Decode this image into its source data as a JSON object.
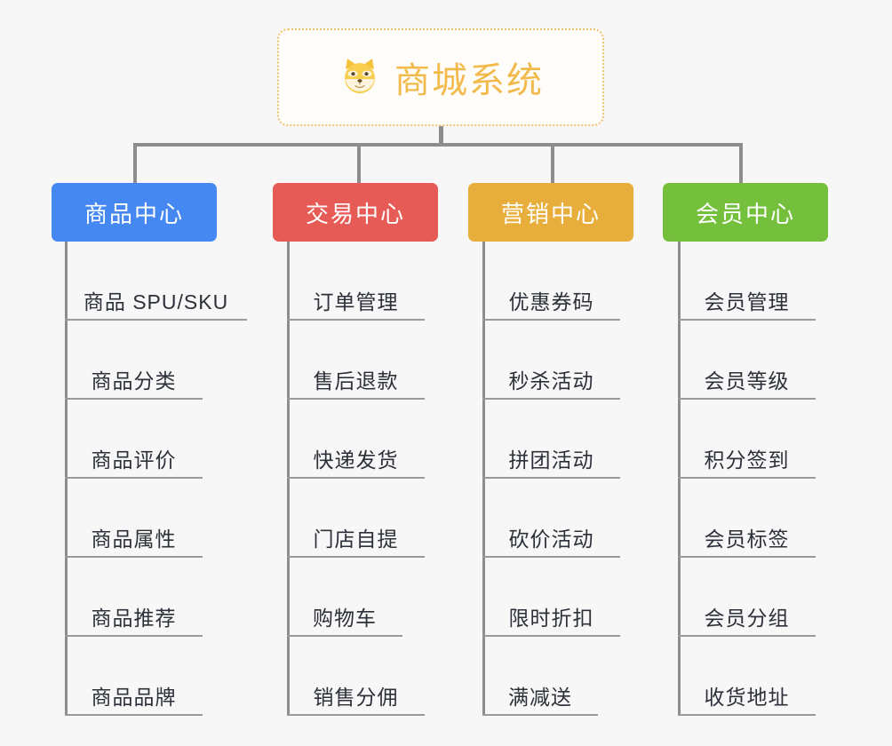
{
  "diagram": {
    "type": "mind-map",
    "background_color": "#f7f7f7",
    "connector_color": "#8d8d8d"
  },
  "root": {
    "title": "商城系统",
    "icon": "shiba-dog-icon",
    "icon_glyph": "🐶",
    "border_color": "#f3c06a",
    "text_color": "#f2ba4c",
    "background_color": "#fffdfa"
  },
  "branches": [
    {
      "label": "商品中心",
      "color": "#4688f1",
      "items": [
        "商品 SPU/SKU",
        "商品分类",
        "商品评价",
        "商品属性",
        "商品推荐",
        "商品品牌"
      ]
    },
    {
      "label": "交易中心",
      "color": "#e75b57",
      "items": [
        "订单管理",
        "售后退款",
        "快递发货",
        "门店自提",
        "购物车",
        "销售分佣"
      ]
    },
    {
      "label": "营销中心",
      "color": "#e8ae3c",
      "items": [
        "优惠券码",
        "秒杀活动",
        "拼团活动",
        "砍价活动",
        "限时折扣",
        "满减送"
      ]
    },
    {
      "label": "会员中心",
      "color": "#74c03c",
      "items": [
        "会员管理",
        "会员等级",
        "积分签到",
        "会员标签",
        "会员分组",
        "收货地址"
      ]
    }
  ]
}
